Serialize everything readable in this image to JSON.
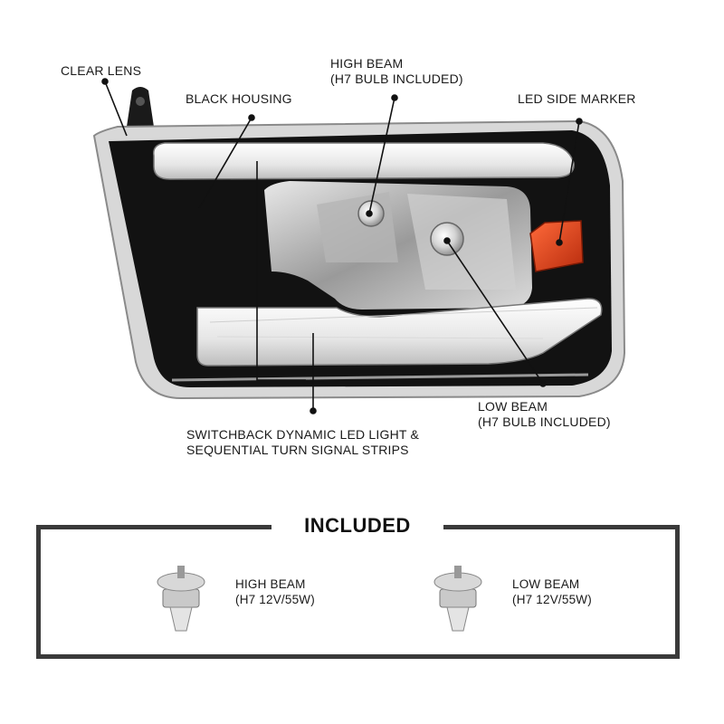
{
  "callouts": {
    "clear_lens": "CLEAR LENS",
    "black_housing": "BLACK HOUSING",
    "high_beam_line1": "HIGH BEAM",
    "high_beam_line2": "(H7 BULB INCLUDED)",
    "led_side_marker": "LED SIDE MARKER",
    "low_beam_line1": "LOW BEAM",
    "low_beam_line2": "(H7 BULB INCLUDED)",
    "switchback_line1": "SWITCHBACK DYNAMIC LED LIGHT &",
    "switchback_line2": "SEQUENTIAL TURN SIGNAL STRIPS"
  },
  "included": {
    "title": "INCLUDED",
    "items": [
      {
        "line1": "HIGH BEAM",
        "line2": "(H7 12V/55W)"
      },
      {
        "line1": "LOW BEAM",
        "line2": "(H7 12V/55W)"
      }
    ]
  },
  "colors": {
    "housing": "#111111",
    "chrome": "#c8c8c8",
    "led_strip": "#f2f2f2",
    "side_marker": "#e2431c",
    "box_border": "#3a3a3a"
  }
}
